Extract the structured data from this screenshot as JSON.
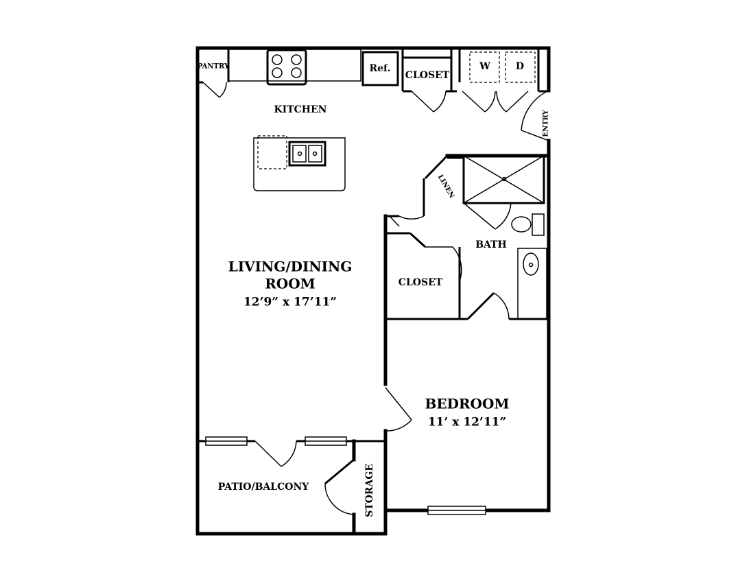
{
  "rooms": {
    "pantry": "PANTRY",
    "refrigerator": "Ref.",
    "closet_top": "CLOSET",
    "washer": "W",
    "dryer": "D",
    "entry": "ENTRY",
    "kitchen": "KITCHEN",
    "linen": "LINEN",
    "bath": "BATH",
    "living_line1": "LIVING/DINING",
    "living_line2": "ROOM",
    "living_dims": "12’9” x 17’11”",
    "closet_bedroom": "CLOSET",
    "bedroom": "BEDROOM",
    "bedroom_dims": "11’ x 12’11”",
    "patio": "PATIO/BALCONY",
    "storage": "STORAGE"
  }
}
